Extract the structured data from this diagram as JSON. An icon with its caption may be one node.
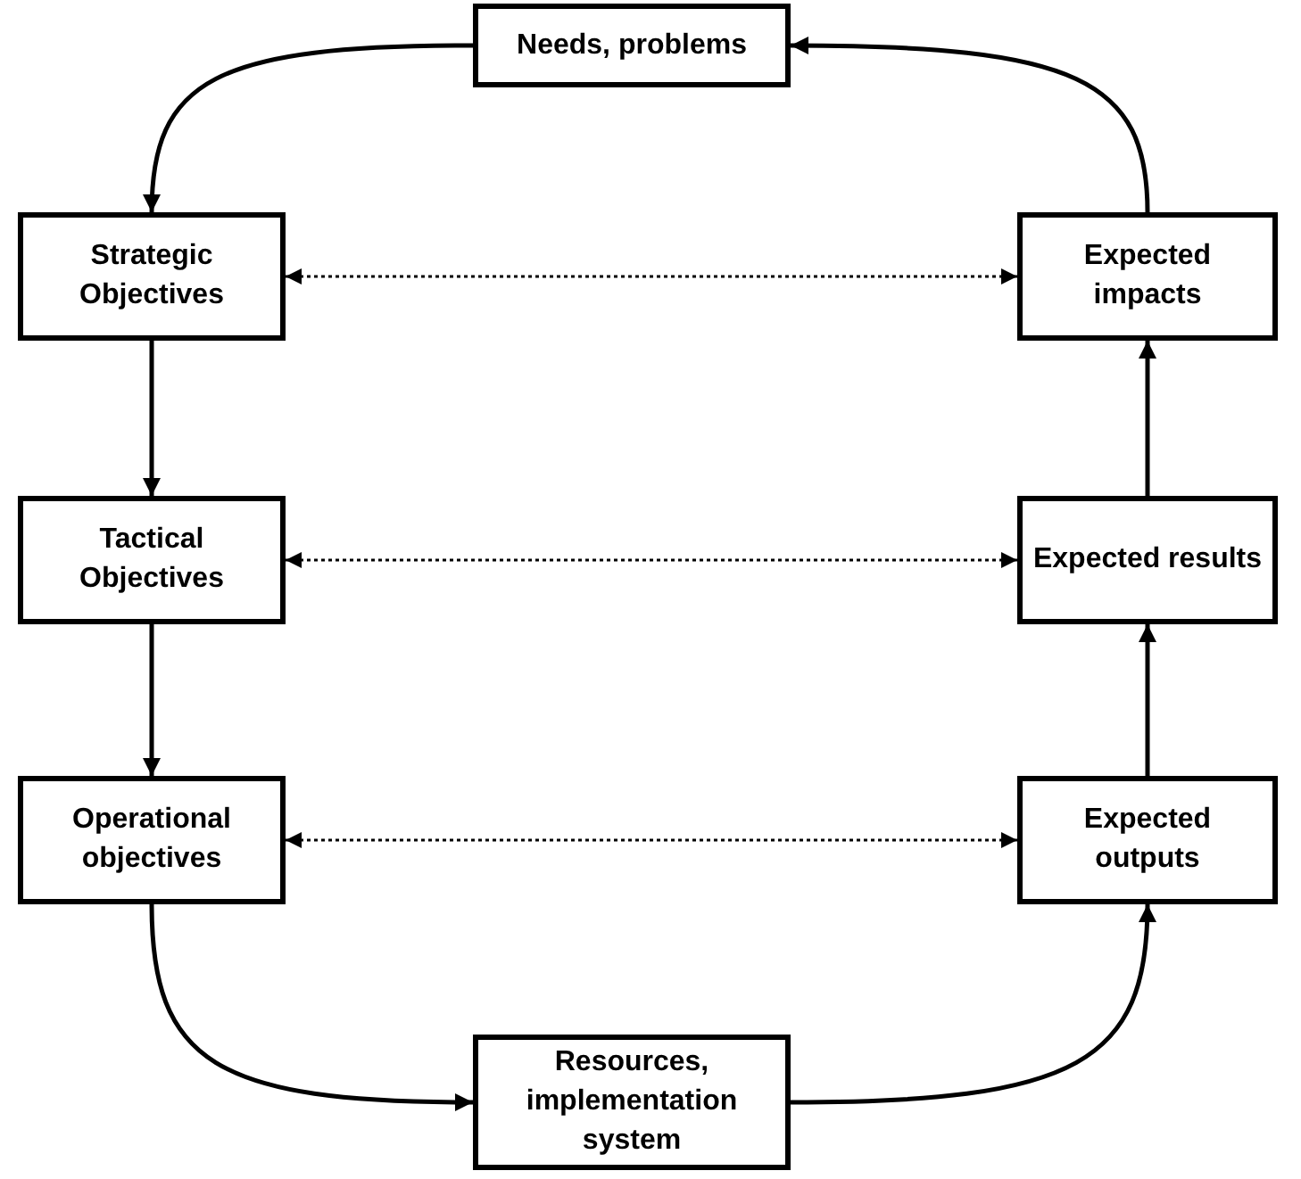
{
  "diagram": {
    "nodes": [
      {
        "text": [
          "Needs, problems"
        ]
      },
      {
        "text": [
          "Strategic Objectives"
        ]
      },
      {
        "text": [
          "Expected impacts"
        ]
      },
      {
        "text": [
          "Tactical Objectives"
        ]
      },
      {
        "text": [
          "Expected results"
        ]
      },
      {
        "text": [
          "Operational objectives"
        ]
      },
      {
        "text": [
          "Expected outputs"
        ]
      },
      {
        "text": [
          "Resources, implementation system"
        ]
      }
    ],
    "edges": [
      {
        "from": 0,
        "to": 1,
        "arrow": "to"
      },
      {
        "from": 1,
        "to": 3,
        "arrow": "to"
      },
      {
        "from": 3,
        "to": 5,
        "arrow": "to"
      },
      {
        "from": 5,
        "to": 7,
        "arrow": "to"
      },
      {
        "from": 7,
        "to": 6,
        "arrow": "to"
      },
      {
        "from": 6,
        "to": 4,
        "arrow": "to"
      },
      {
        "from": 4,
        "to": 2,
        "arrow": "to"
      },
      {
        "from": 2,
        "to": 0,
        "arrow": "to"
      },
      {
        "from": 1,
        "to": 2,
        "arrow": "both",
        "style": "dashed"
      },
      {
        "from": 3,
        "to": 4,
        "arrow": "both",
        "style": "dashed"
      },
      {
        "from": 5,
        "to": 6,
        "arrow": "both",
        "style": "dashed"
      }
    ]
  }
}
